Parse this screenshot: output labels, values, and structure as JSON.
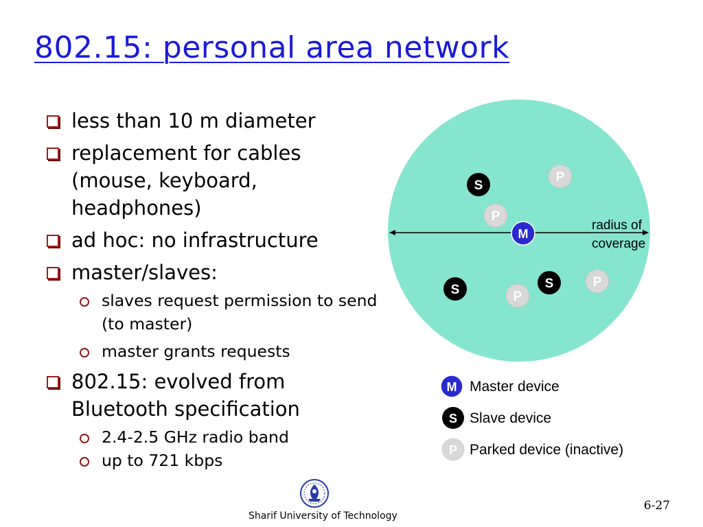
{
  "title": "802.15: personal area network",
  "bullets": [
    {
      "text": "less than 10 m diameter",
      "sub": []
    },
    {
      "text": "replacement for cables (mouse, keyboard, headphones)",
      "sub": []
    },
    {
      "text": "ad hoc: no infrastructure",
      "sub": []
    },
    {
      "text": "master/slaves:",
      "sub": [
        "slaves request permission to send (to master)",
        "master grants requests"
      ]
    },
    {
      "text": "802.15: evolved from Bluetooth specification",
      "sub": [
        "2.4-2.5 GHz radio band",
        "up to 721 kbps"
      ]
    }
  ],
  "diagram": {
    "circle_color": "#86e5cf",
    "radius_label_line1": "radius of",
    "radius_label_line2": "coverage",
    "node_labels": {
      "master": "M",
      "slave": "S",
      "parked": "P"
    },
    "colors": {
      "master": "#2a2ad0",
      "slave": "#000000",
      "parked": "#d8d8d8"
    }
  },
  "legend": [
    {
      "symbol": "M",
      "label": "Master device"
    },
    {
      "symbol": "S",
      "label": "Slave device"
    },
    {
      "symbol": "P",
      "label": "Parked device (inactive)"
    }
  ],
  "footer": {
    "university": "Sharif University of Technology",
    "logo_alt": "sharif-university-logo"
  },
  "slide_number": "6-27"
}
